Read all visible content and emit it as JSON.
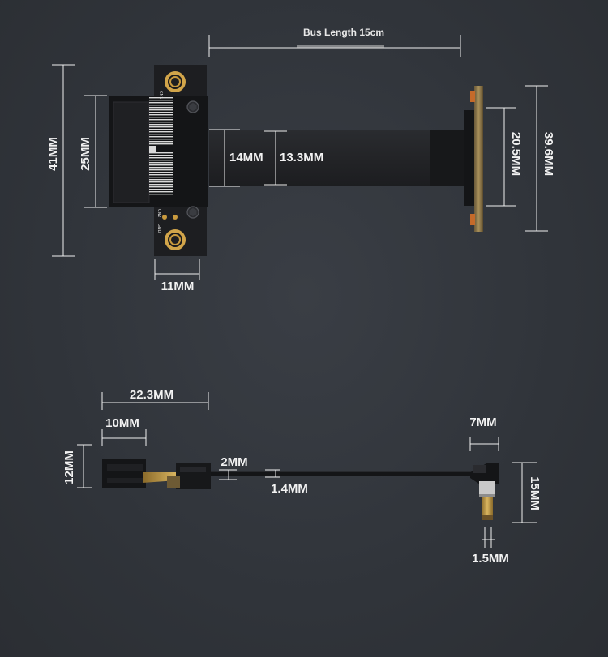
{
  "title": "Bus Length 15cm",
  "silkscreen": {
    "cn1": "CN1",
    "cn2": "CN2",
    "gnd": "GND"
  },
  "dimensions": {
    "height_total": "41MM",
    "slot_length": "25MM",
    "cable_width": "14MM",
    "cable_inner": "13.3MM",
    "edge_height": "20.5MM",
    "edge_total": "39.6MM",
    "board_width": "11MM",
    "side_length": "22.3MM",
    "side_slot": "10MM",
    "side_height": "12MM",
    "side_gap": "2MM",
    "cable_thickness": "1.4MM",
    "edge_depth": "7MM",
    "edge_side_height": "15MM",
    "pcb_thickness": "1.5MM"
  }
}
